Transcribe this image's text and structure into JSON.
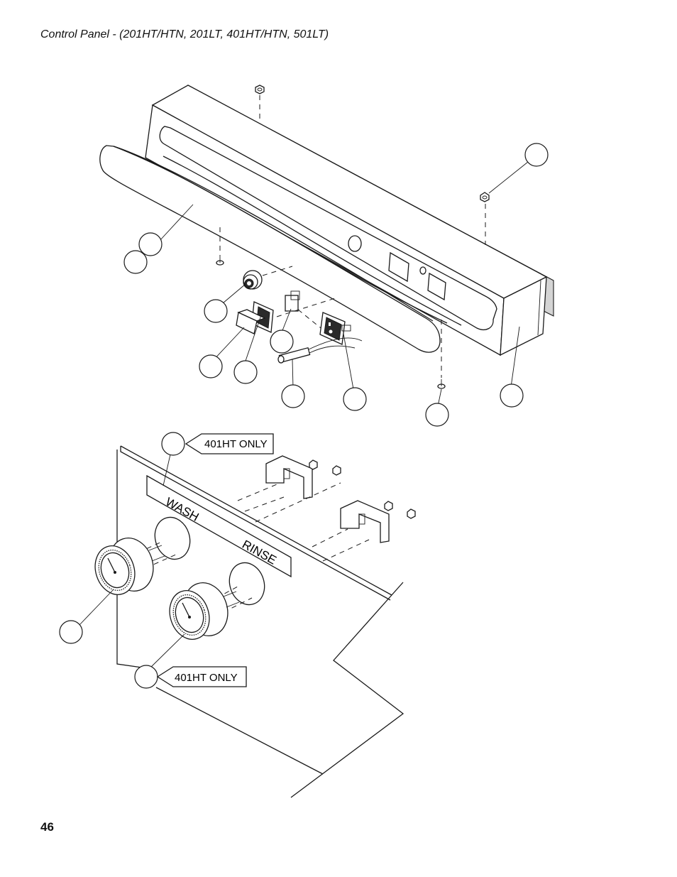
{
  "header": {
    "title": "Control Panel  -  (201HT/HTN, 201LT, 401HT/HTN, 501LT)"
  },
  "page_number": "46",
  "callouts": {
    "top_note": "401HT ONLY",
    "bottom_note": "401HT ONLY"
  },
  "panel_labels": {
    "wash": "WASH",
    "rinse": "RINSE"
  }
}
